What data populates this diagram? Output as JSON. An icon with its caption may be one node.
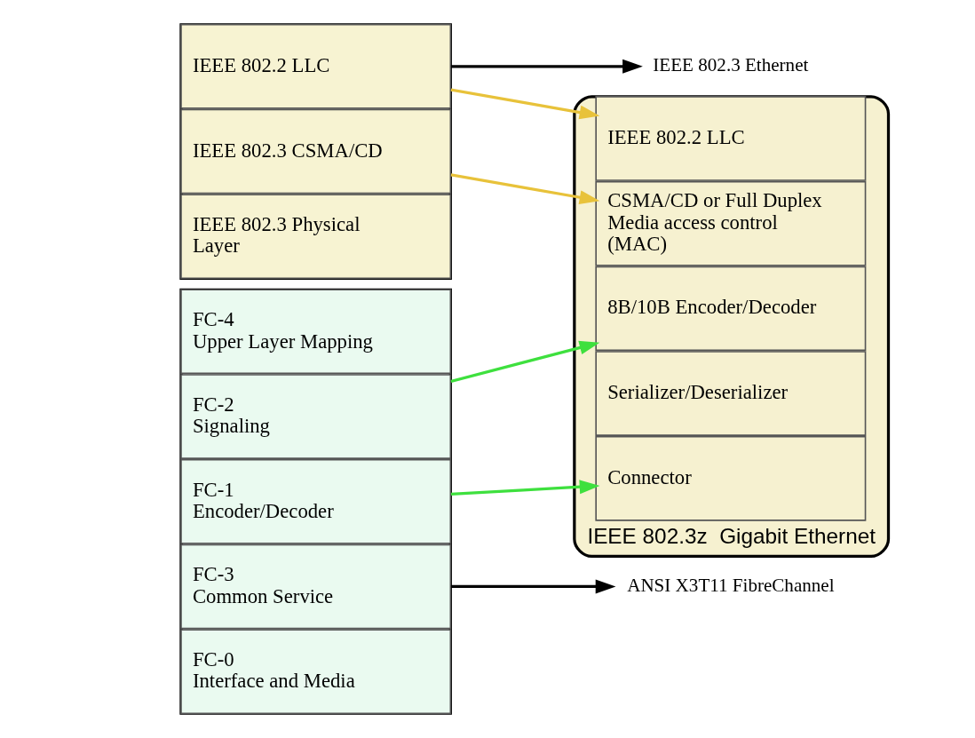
{
  "diagram": {
    "nodes": [
      {
        "text": [],
        "shape": "box"
      },
      {
        "text": [
          "IEEE 802.2 LLC"
        ],
        "in": 0
      },
      {
        "text": [
          "IEEE 802.3 CSMA/CD"
        ],
        "in": 0
      },
      {
        "text": [
          "IEEE 802.3 Physical Layer"
        ],
        "in": 0
      },
      {
        "text": [
          "IEEE 802.3 Ethernet"
        ]
      },
      {
        "text": [],
        "shape": "box"
      },
      {
        "text": [
          "FC-4",
          "Upper Layer Mapping"
        ],
        "in": 5
      },
      {
        "text": [
          "FC-3",
          "Common Service"
        ],
        "in": 5
      },
      {
        "text": [
          "FC-2",
          "Signaling"
        ],
        "in": 5
      },
      {
        "text": [
          "FC-1",
          "Encoder/Decoder"
        ],
        "in": 5
      },
      {
        "text": [
          "FC-0",
          "Interface and Media"
        ],
        "in": 5
      },
      {
        "text": [
          "ANSI X3T11 FibreChannel"
        ]
      },
      {
        "text": [
          "IEEE 802.3z  Gigabit Ethernet"
        ]
      },
      {
        "text": [
          "IEEE 802.2 LLC"
        ],
        "in": 12
      },
      {
        "text": [
          "CSMA/CD or Full Duplex Media access control (MAC)"
        ],
        "in": 12
      },
      {
        "text": [
          "8B/10B Encoder/Decoder"
        ],
        "in": 12
      },
      {
        "text": [
          "Serializer/Deserializer"
        ],
        "in": 12
      },
      {
        "text": [
          "Connector"
        ],
        "in": 12
      }
    ],
    "edges": [
      {
        "from": 1,
        "to": 4,
        "arrow": "to",
        "color": "#000000"
      },
      {
        "from": 7,
        "to": 11,
        "arrow": "to",
        "color": "#000000"
      },
      {
        "from": 1,
        "to": 13,
        "arrow": "to",
        "color": "#e8c23a"
      },
      {
        "from": 2,
        "to": 14,
        "arrow": "to",
        "color": "#e8c23a"
      },
      {
        "from": 8,
        "to": 15,
        "arrow": "to",
        "color": "#3ee03e"
      },
      {
        "from": 9,
        "to": 17,
        "arrow": "to",
        "color": "#3ee03e"
      }
    ]
  }
}
